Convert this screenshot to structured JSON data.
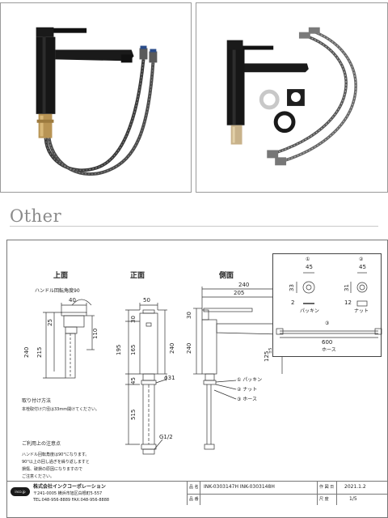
{
  "section_heading": "Other",
  "photos": [
    {
      "name": "faucet-photo-assembled"
    },
    {
      "name": "faucet-photo-parts"
    }
  ],
  "drawing": {
    "views": {
      "top": "上面",
      "front": "正面",
      "side": "側面"
    },
    "handle_rotation": "ハンドル回転角度90",
    "dims_top": {
      "w40": "40",
      "d25": "25",
      "d110": "110",
      "d240": "240",
      "d215": "215"
    },
    "dims_front": {
      "w50": "50",
      "d30": "30",
      "d195": "195",
      "d165": "165",
      "d240": "240",
      "d45": "45",
      "d515": "515",
      "dia": "ϕ31",
      "thread": "G1/2"
    },
    "dims_side": {
      "w240": "240",
      "w205": "205",
      "d30": "30",
      "d240": "240",
      "d125": "125",
      "d125_tol": "±5"
    },
    "callouts": [
      "① パッキン",
      "② ナット",
      "③ ホース"
    ],
    "mounting_title": "取り付け方法",
    "mounting_text": "本栓取付け穴径は33mm開けてください。",
    "notes_title": "ご利用上の注意点",
    "notes_lines": [
      "ハンドル回転角度は90°になります。",
      "90°以上の回し過ぎを繰り返しますと",
      "損傷、破損の原因になりますので",
      "ご注意ください。"
    ],
    "parts": {
      "p1": {
        "num": "①",
        "w": "45",
        "h": "33",
        "t": "2",
        "label": "パッキン"
      },
      "p2": {
        "num": "②",
        "w": "45",
        "h": "31",
        "t": "12",
        "label": "ナット"
      },
      "p3": {
        "num": "③",
        "len": "600",
        "label": "ホース"
      }
    },
    "title_block": {
      "company": "株式会社インクコーポレーション",
      "address": "〒241-0005 横浜市旭区白根町5-557",
      "tel": "TEL:048-956-8889  FAX:048-956-8888",
      "logo_text": "inco.jp",
      "name_label": "品 名",
      "name_value": "INK-0303147H    INK-0303148H",
      "date_label": "作 図 日",
      "date_value": "2021.1.2",
      "code_label": "品 番",
      "scale_label": "尺 度",
      "scale_value": "1/5"
    }
  }
}
